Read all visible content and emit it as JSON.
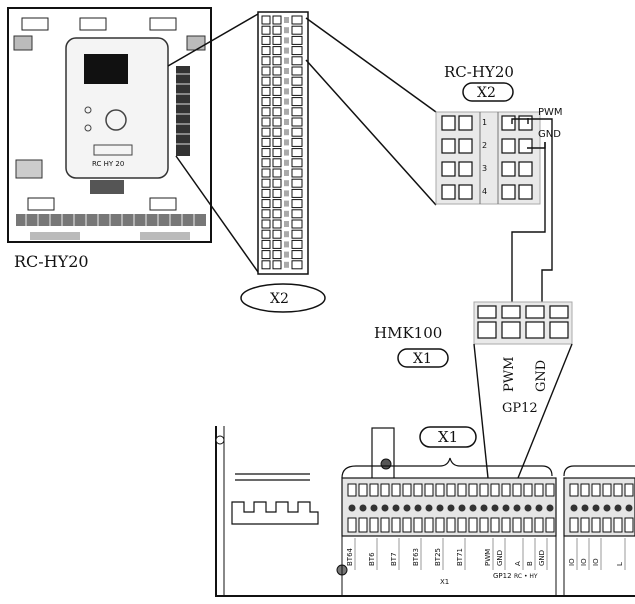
{
  "labels": {
    "unit_left": "RC-HY20",
    "x2_oval": "X2",
    "rc_title": "RC-HY20",
    "rc_x2": "X2",
    "pwm": "PWM",
    "gnd": "GND",
    "pin1": "1",
    "pin2": "2",
    "pin3": "3",
    "pin4": "4",
    "hmk_title": "HMK100",
    "hmk_x1": "X1",
    "pwm_v": "PWM",
    "gnd_v": "GND",
    "gp12": "GP12",
    "board_x1": "X1",
    "device_logo": "RC HY 20"
  },
  "board_terminals": [
    "BT64",
    "BT6",
    "BT7",
    "BT63",
    "BT25",
    "BT71",
    "PWM",
    "GND",
    "A",
    "B",
    "GND",
    "IO",
    "IO",
    "IO",
    "L"
  ],
  "board_group_labels": {
    "gp12": "GP12",
    "bus": "RC • HY",
    "x1": "X1"
  }
}
